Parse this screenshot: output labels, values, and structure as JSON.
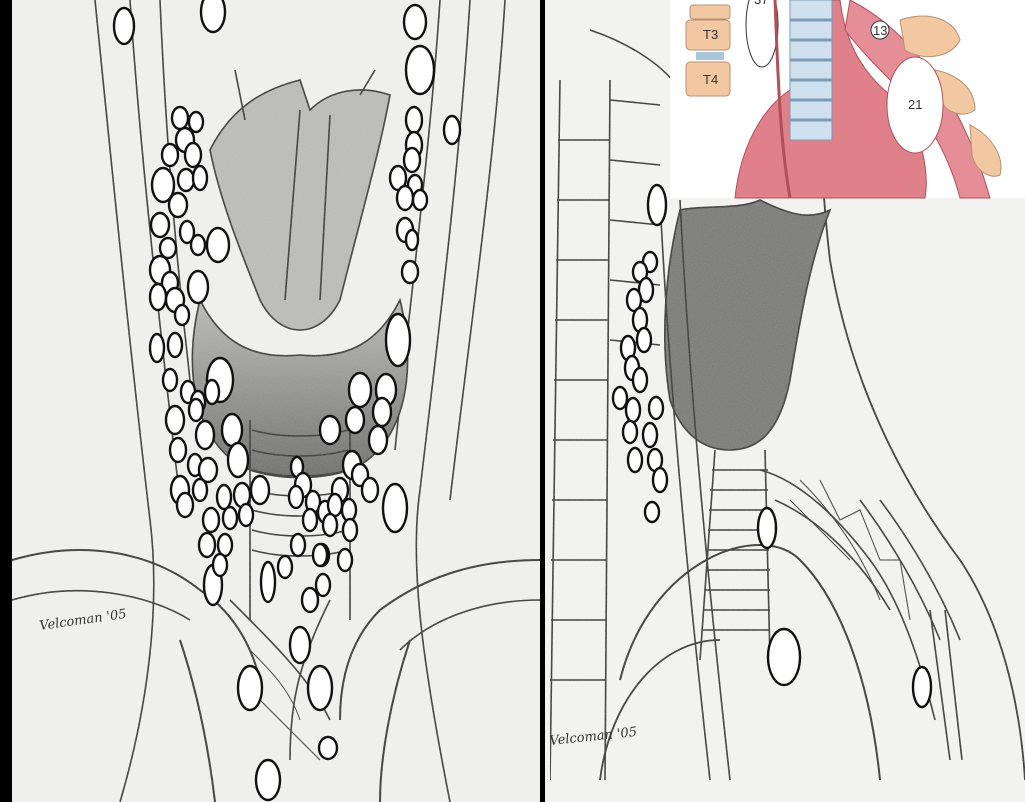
{
  "figure": {
    "left_panel": {
      "signature": "Velcoman '05"
    },
    "right_panel": {
      "signature": "Velcoman '05"
    },
    "inset": {
      "vertebra_labels": [
        "T3",
        "T4"
      ],
      "station_labels": [
        "13",
        "21"
      ],
      "partial_label": "37"
    }
  },
  "colors": {
    "background": "#000000",
    "paper": "#efefed",
    "sketch": "#2e2e2e",
    "node_fill": "#ffffff",
    "node_stroke": "#111111",
    "inset_vessel": "#e0808a",
    "inset_vertebra": "#f2c8a2",
    "inset_trachea": "#a9c6dd"
  }
}
